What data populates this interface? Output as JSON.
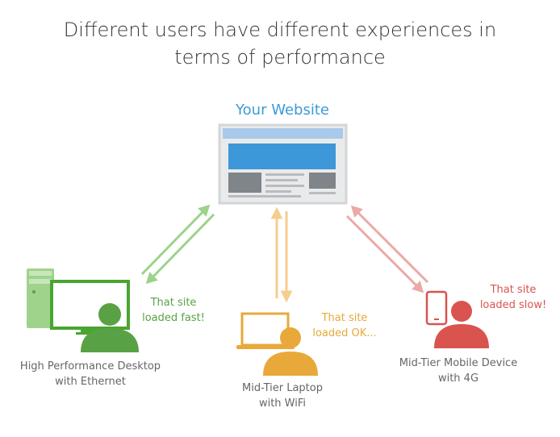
{
  "title": {
    "line1": "Different users have different experiences in",
    "line2": "terms of performance"
  },
  "website": {
    "label": "Your Website"
  },
  "users": {
    "desktop": {
      "caption_line1": "High Performance Desktop",
      "caption_line2": "with Ethernet",
      "message_line1": "That site",
      "message_line2": "loaded fast!",
      "color": "#59a145"
    },
    "laptop": {
      "caption_line1": "Mid-Tier Laptop",
      "caption_line2": "with WiFi",
      "message_line1": "That site",
      "message_line2": "loaded OK...",
      "color": "#e8a93a"
    },
    "mobile": {
      "caption_line1": "Mid-Tier Mobile Device",
      "caption_line2": "with 4G",
      "message_line1": "That site",
      "message_line2": "loaded slow!",
      "color": "#d9534f"
    }
  },
  "icons": [
    "website-icon",
    "desktop-tower-icon",
    "monitor-icon",
    "laptop-icon",
    "phone-icon",
    "user-icon"
  ]
}
